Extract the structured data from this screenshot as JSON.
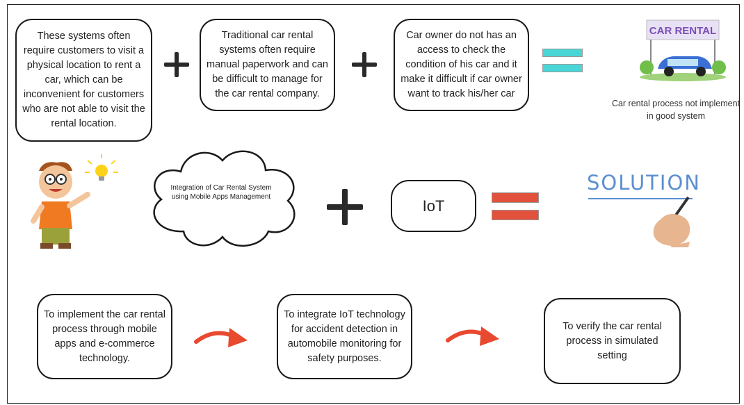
{
  "row1": {
    "box1": "These systems often require customers to visit a physical location to rent a car, which can be inconvenient for customers who are not able to visit the rental location.",
    "box2": "Traditional car rental systems often require manual paperwork and can be difficult to manage for the car rental company.",
    "box3": "Car owner do not has an access to check the condition of his car and it make it difficult if car owner want to track his/her car",
    "sign_text": "CAR RENTAL",
    "caption": "Car rental process not implement in good system",
    "equals_color": "#4ad6d6"
  },
  "row2": {
    "cloud_text": "Integration of Car Rental System using Mobile Apps Management",
    "iot_label": "IoT",
    "solution_text": "SOLUTION",
    "equals_color": "#e2513b"
  },
  "row3": {
    "box1": "To implement the car rental process through mobile apps and e-commerce technology.",
    "box2": "To integrate IoT technology for accident detection in automobile monitoring for safety purposes.",
    "box3": "To verify the car rental process in simulated setting",
    "arrow_color": "#e8492f"
  }
}
